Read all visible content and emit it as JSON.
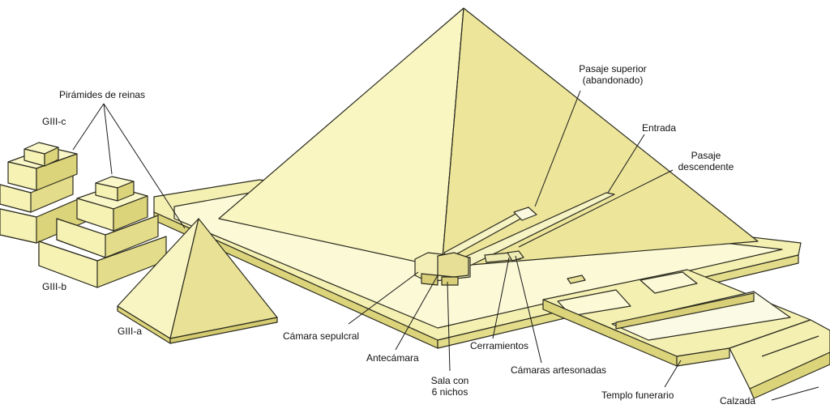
{
  "labels": {
    "queens": "Pirámides de reinas",
    "giii_c": "GIII-c",
    "giii_b": "GIII-b",
    "giii_a": "GIII-a",
    "upper_passage_1": "Pasaje superior",
    "upper_passage_2": "(abandonado)",
    "entrance": "Entrada",
    "descending_1": "Pasaje",
    "descending_2": "descendente",
    "burial_chamber": "Cámara sepulcral",
    "antechamber": "Antecámara",
    "room_six_1": "Sala con",
    "room_six_2": "6 nichos",
    "portcullis": "Cerramientos",
    "paneled": "Cámaras artesonadas",
    "mortuary_temple": "Templo funerario",
    "causeway": "Calzada"
  },
  "colors": {
    "face_light": "#f7f4b8",
    "face_mid": "#efeaa0",
    "face_dark": "#dcd47a",
    "line": "#2b2b1f",
    "background": "#ffffff"
  }
}
